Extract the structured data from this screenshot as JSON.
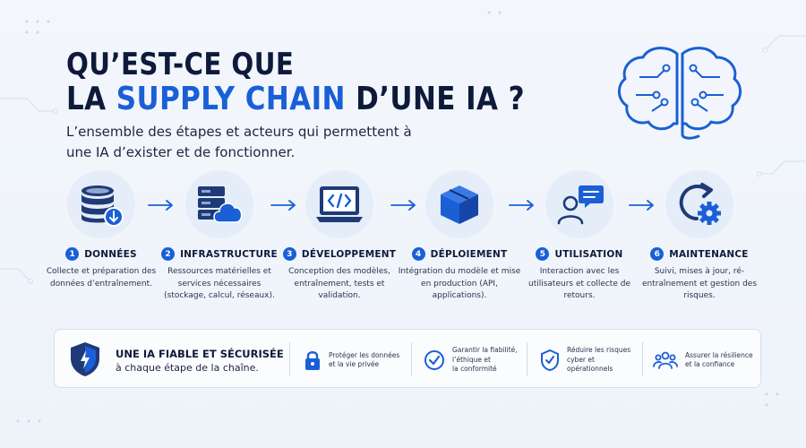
{
  "title": {
    "line1": "QU’EST-CE QUE",
    "line2_part1": "LA ",
    "line2_accent": "SUPPLY CHAIN",
    "line2_part2": " D’UNE IA ?"
  },
  "subtitle": "L’ensemble des étapes et acteurs qui permettent à une IA d’exister et de fonctionner.",
  "steps": [
    {
      "number": "1",
      "title": "DONNÉES",
      "description": "Collecte et préparation des données d’entraînement.",
      "icon": "database-download-icon"
    },
    {
      "number": "2",
      "title": "INFRASTRUCTURE",
      "description": "Ressources matérielles et services nécessaires (stockage, calcul, réseaux).",
      "icon": "server-cloud-icon"
    },
    {
      "number": "3",
      "title": "DÉVELOPPEMENT",
      "description": "Conception des modèles, entraînement, tests et validation.",
      "icon": "code-laptop-icon"
    },
    {
      "number": "4",
      "title": "DÉPLOIEMENT",
      "description": "Intégration du modèle et mise en production (API, applications).",
      "icon": "package-box-icon"
    },
    {
      "number": "5",
      "title": "UTILISATION",
      "description": "Interaction avec les utilisateurs et collecte de retours.",
      "icon": "user-chat-icon"
    },
    {
      "number": "6",
      "title": "MAINTENANCE",
      "description": "Suivi, mises à jour, ré-entraînement et gestion des risques.",
      "icon": "refresh-gear-icon"
    }
  ],
  "panel": {
    "title": "UNE IA FIABLE ET SÉCURISÉE",
    "subtitle": "à chaque étape de la chaîne.",
    "features": [
      {
        "text": "Protéger les données\net la vie privée",
        "icon": "padlock-icon"
      },
      {
        "text": "Garantir la fiabilité,\nl’éthique et\nla conformité",
        "icon": "check-circle-icon"
      },
      {
        "text": "Réduire les risques\ncyber et\nopérationnels",
        "icon": "shield-check-icon"
      },
      {
        "text": "Assurer la résilience\net la confiance",
        "icon": "users-group-icon"
      }
    ]
  },
  "colors": {
    "accent": "#1a5fd6",
    "dark": "#0e1a3a",
    "circle_bg": "#e4edf8"
  }
}
